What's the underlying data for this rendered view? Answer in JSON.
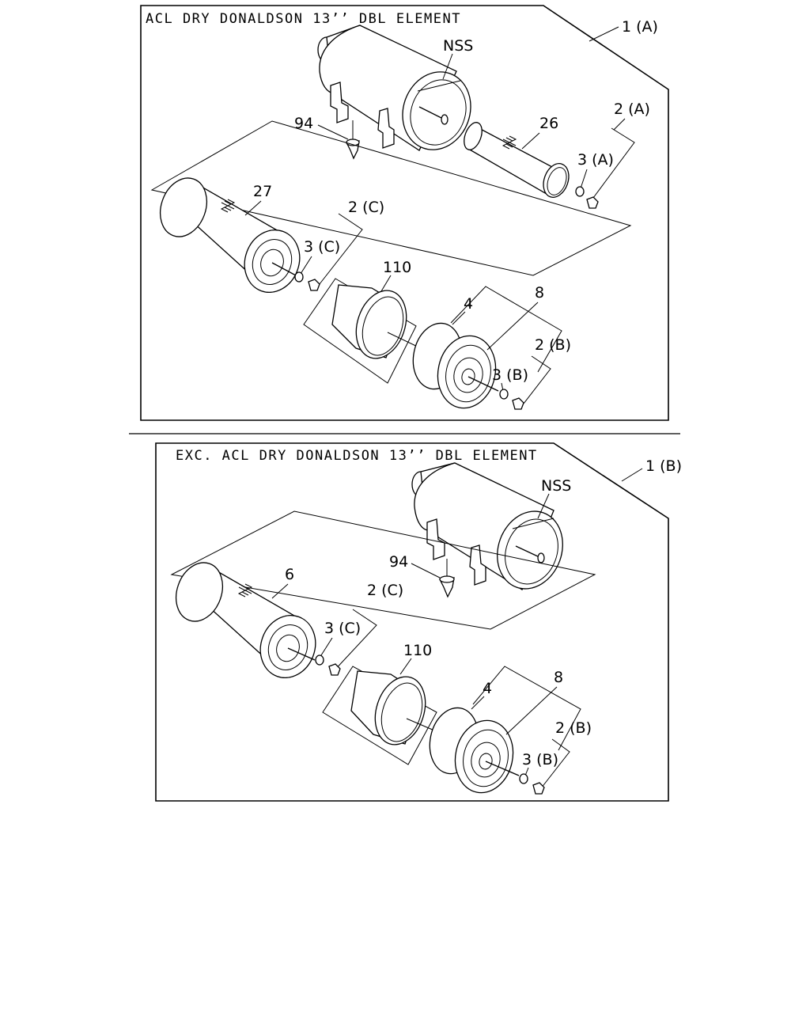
{
  "panel_a": {
    "title": "ACL DRY DONALDSON 13’’ DBL ELEMENT",
    "callouts": {
      "assembly": "1 (A)",
      "nss": "NSS",
      "p94": "94",
      "p26": "26",
      "p2a": "2 (A)",
      "p3a": "3 (A)",
      "p27": "27",
      "p2c": "2 (C)",
      "p3c": "3 (C)",
      "p110": "110",
      "p4": "4",
      "p8": "8",
      "p2b": "2 (B)",
      "p3b": "3 (B)"
    }
  },
  "panel_b": {
    "title": "EXC. ACL DRY DONALDSON 13’’ DBL ELEMENT",
    "callouts": {
      "assembly": "1 (B)",
      "nss": "NSS",
      "p94": "94",
      "p6": "6",
      "p2c": "2 (C)",
      "p3c": "3 (C)",
      "p110": "110",
      "p4": "4",
      "p8": "8",
      "p2b": "2 (B)",
      "p3b": "3 (B)"
    }
  }
}
